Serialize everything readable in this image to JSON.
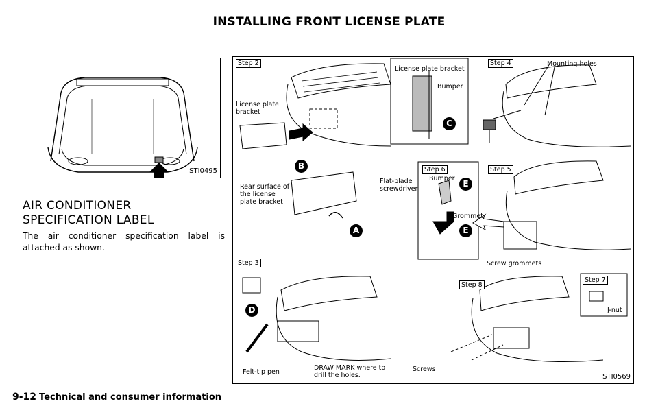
{
  "header": {
    "title": "INSTALLING FRONT LICENSE PLATE"
  },
  "figure_left": {
    "id": "STI0495"
  },
  "section": {
    "title": "AIR CONDITIONER SPECIFICATION LABEL",
    "body": "The air conditioner specification label is attached as shown."
  },
  "figure_right": {
    "id": "STI0569",
    "steps": {
      "step2": "Step 2",
      "step3": "Step 3",
      "step4": "Step 4",
      "step5": "Step 5",
      "step6": "Step 6",
      "step7": "Step 7",
      "step8": "Step 8"
    },
    "labels": {
      "license_plate_bracket": "License plate\nbracket",
      "license_plate_bracket_inset": "License plate bracket",
      "bumper": "Bumper",
      "bumper2": "Bumper",
      "mounting_holes": "Mounting holes",
      "rear_surface": "Rear surface of\nthe license\nplate bracket",
      "flat_blade": "Flat-blade\nscrewdriver",
      "grommet": "Grommet",
      "screw_grommets": "Screw grommets",
      "felt_tip": "Felt-tip pen",
      "draw_mark": "DRAW MARK where to\ndrill the holes.",
      "screws": "Screws",
      "j_nut": "J-nut"
    },
    "callouts": {
      "a": "A",
      "b": "B",
      "c": "C",
      "d": "D",
      "e1": "E",
      "e2": "E"
    }
  },
  "footer": {
    "page_number": "9-12",
    "section_name": "Technical and consumer information"
  }
}
